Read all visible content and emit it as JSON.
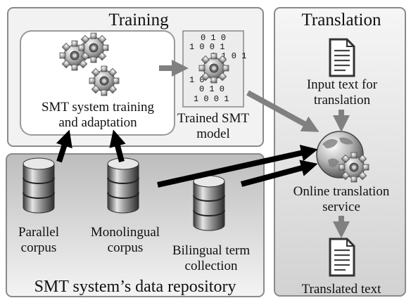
{
  "panels": {
    "training": "Training",
    "translation": "Translation",
    "repository": "SMT system’s data repository"
  },
  "nodes": {
    "smt_training": "SMT system training\nand adaptation",
    "trained_model": "Trained SMT\nmodel",
    "model_bits": [
      "0 1 0",
      "1   0 0 1",
      "0 1 0 1",
      "1   0 1",
      "0 1 0",
      "1 0 0 1"
    ],
    "input_text": "Input text for\ntranslation",
    "online_service": "Online translation\nservice",
    "translated_text": "Translated text",
    "parallel_corpus": "Parallel\ncorpus",
    "monolingual_corpus": "Monolingual\ncorpus",
    "bilingual_terms": "Bilingual term\ncollection"
  },
  "colors": {
    "panel_border": "#8a8a8a",
    "training_bg": "#f2f2f2",
    "translation_bg": "#e9e9e9",
    "arrow_black": "#000000",
    "arrow_gray": "#808080"
  }
}
